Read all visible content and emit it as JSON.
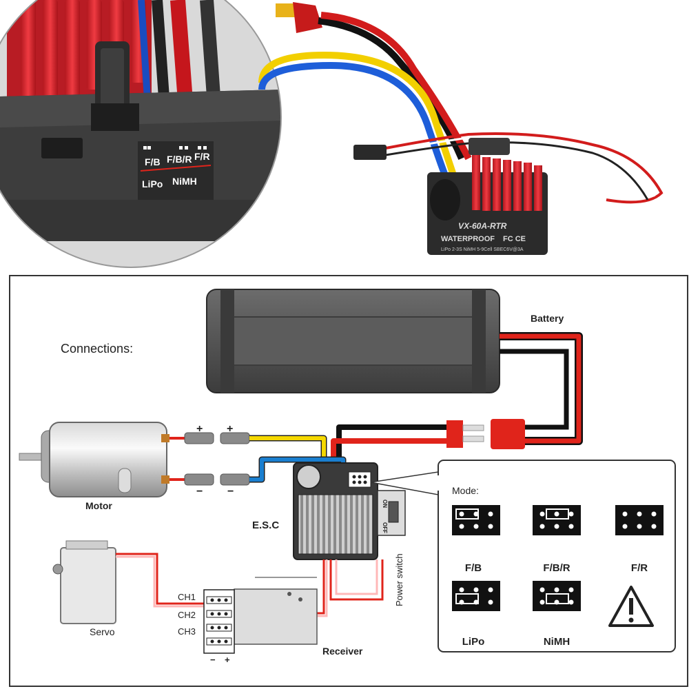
{
  "photo": {
    "zoom_labels": {
      "fb": "F/B",
      "fbr": "F/B/R",
      "fr": "F/R",
      "lipo": "LiPo",
      "nimh": "NiMH"
    },
    "esc_model": "VX-60A-RTR",
    "esc_waterproof": "WATERPROOF",
    "esc_cert": "FC CE",
    "esc_specs": "LiPo 2-3S  NiMH 5-9Cell SBEC6V@3A"
  },
  "diagram": {
    "title": "Connections:",
    "battery_label": "Battery",
    "motor_label": "Motor",
    "motor_plus_1": "+",
    "motor_plus_2": "+",
    "motor_minus_1": "−",
    "motor_minus_2": "−",
    "esc_label": "E.S.C",
    "switch_on": "ON",
    "switch_off": "OFF",
    "power_switch_label": "Power switch",
    "servo_label": "Servo",
    "receiver_label": "Receiver",
    "receiver_minus": "−",
    "receiver_plus": "+",
    "channels": [
      "CH1",
      "CH2",
      "CH3"
    ]
  },
  "mode_panel": {
    "title": "Mode:",
    "modes": [
      "F/B",
      "F/B/R",
      "F/R",
      "LiPo",
      "NiMH"
    ],
    "warning_icon": "warning-triangle-icon"
  },
  "colors": {
    "wire_red": "#e0241b",
    "wire_black": "#111111",
    "wire_yellow": "#f5d800",
    "wire_blue": "#1a7fd0",
    "heatsink_red": "#d9262e",
    "esc_body": "#3a3a3a"
  }
}
